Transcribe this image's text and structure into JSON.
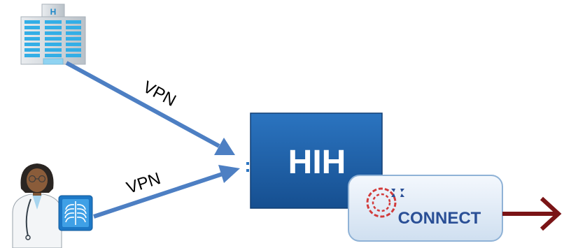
{
  "diagram": {
    "links": [
      {
        "label": "VPN"
      },
      {
        "label": "VPN"
      }
    ],
    "hub": {
      "label": "HIH"
    },
    "gateway": {
      "label": "CONNECT"
    },
    "icons": {
      "hospital": "hospital-building-icon",
      "clinician": "clinician-icon",
      "xray": "chest-xray-icon",
      "connect_logo": "connect-globe-logo-icon"
    },
    "colors": {
      "arrow": "#4d7fc3",
      "hub_fill": "#1f5fa6",
      "hub_text": "#ffffff",
      "connect_text": "#2a4f96",
      "outbound_arrow": "#7a1416"
    }
  }
}
